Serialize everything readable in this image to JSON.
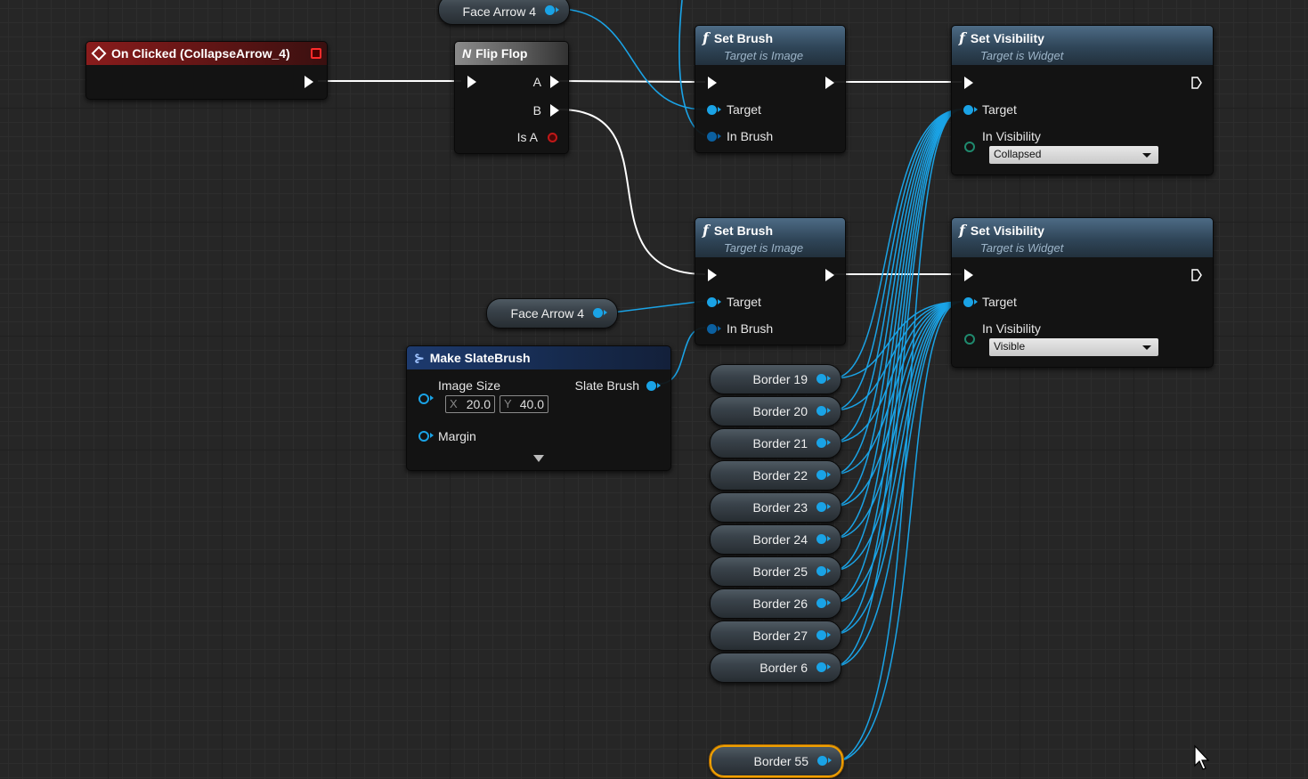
{
  "nodes": {
    "on_clicked": {
      "title": "On Clicked (CollapseArrow_4)"
    },
    "flip_flop": {
      "title": "Flip Flop",
      "pin_a": "A",
      "pin_b": "B",
      "pin_is_a": "Is A"
    },
    "set_brush_1": {
      "title": "Set Brush",
      "subtitle": "Target is Image",
      "target": "Target",
      "in_brush": "In Brush"
    },
    "set_brush_2": {
      "title": "Set Brush",
      "subtitle": "Target is Image",
      "target": "Target",
      "in_brush": "In Brush"
    },
    "set_visibility_1": {
      "title": "Set Visibility",
      "subtitle": "Target is Widget",
      "target": "Target",
      "in_visibility": "In Visibility",
      "value": "Collapsed"
    },
    "set_visibility_2": {
      "title": "Set Visibility",
      "subtitle": "Target is Widget",
      "target": "Target",
      "in_visibility": "In Visibility",
      "value": "Visible"
    },
    "make_slate_brush": {
      "title": "Make SlateBrush",
      "image_size": "Image Size",
      "x_label": "X",
      "x_value": "20.0",
      "y_label": "Y",
      "y_value": "40.0",
      "margin": "Margin",
      "output": "Slate Brush"
    }
  },
  "variables": {
    "face_arrow_top": "Face Arrow 4",
    "face_arrow_mid": "Face Arrow 4",
    "borders": [
      "Border 19",
      "Border 20",
      "Border 21",
      "Border 22",
      "Border 23",
      "Border 24",
      "Border 25",
      "Border 26",
      "Border 27",
      "Border 6"
    ],
    "border_selected": "Border 55"
  },
  "colors": {
    "exec_wire": "#ffffff",
    "object_wire": "#1aa3e6",
    "event_header": "#8a1c1c",
    "function_header": "#4d6b85",
    "selection": "#f0a000"
  }
}
